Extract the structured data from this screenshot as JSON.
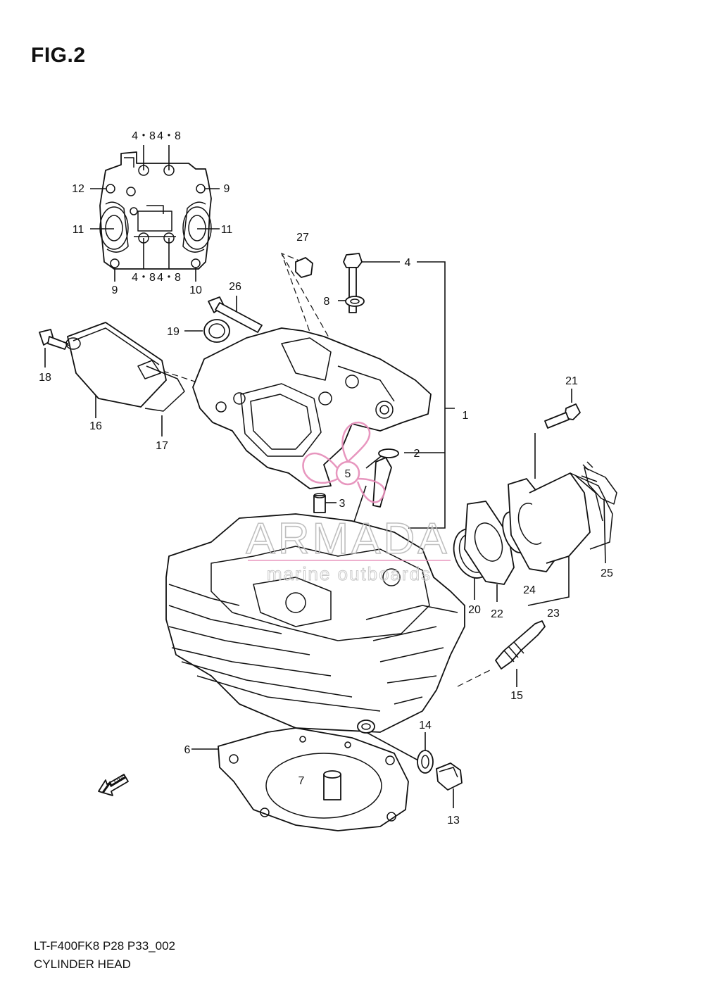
{
  "figure": {
    "title": "FIG.2",
    "code": "LT-F400FK8 P28 P33_002",
    "name": "CYLINDER HEAD"
  },
  "watermark": {
    "brand": "ARMADA",
    "tagline": "marine outboards",
    "accent_color": "#e58bb8"
  },
  "fwd_label": "FWD",
  "inset_labels": {
    "top_left": "4・8",
    "top_right": "4・8",
    "bottom_left": "4・8",
    "bottom_right": "4・8",
    "left_upper": "12",
    "right_upper": "9",
    "left_mid": "11",
    "right_mid": "11",
    "bottom_far_left": "9",
    "bottom_far_right": "10"
  },
  "callouts": [
    {
      "id": "c1",
      "text": "1"
    },
    {
      "id": "c2",
      "text": "2"
    },
    {
      "id": "c3",
      "text": "3"
    },
    {
      "id": "c4",
      "text": "4"
    },
    {
      "id": "c5",
      "text": "5"
    },
    {
      "id": "c6",
      "text": "6"
    },
    {
      "id": "c7",
      "text": "7"
    },
    {
      "id": "c8",
      "text": "8"
    },
    {
      "id": "c13",
      "text": "13"
    },
    {
      "id": "c14",
      "text": "14"
    },
    {
      "id": "c15",
      "text": "15"
    },
    {
      "id": "c16",
      "text": "16"
    },
    {
      "id": "c17",
      "text": "17"
    },
    {
      "id": "c18",
      "text": "18"
    },
    {
      "id": "c19",
      "text": "19"
    },
    {
      "id": "c20",
      "text": "20"
    },
    {
      "id": "c21",
      "text": "21"
    },
    {
      "id": "c22",
      "text": "22"
    },
    {
      "id": "c23",
      "text": "23"
    },
    {
      "id": "c24",
      "text": "24"
    },
    {
      "id": "c25",
      "text": "25"
    },
    {
      "id": "c26",
      "text": "26"
    },
    {
      "id": "c27",
      "text": "27"
    }
  ]
}
